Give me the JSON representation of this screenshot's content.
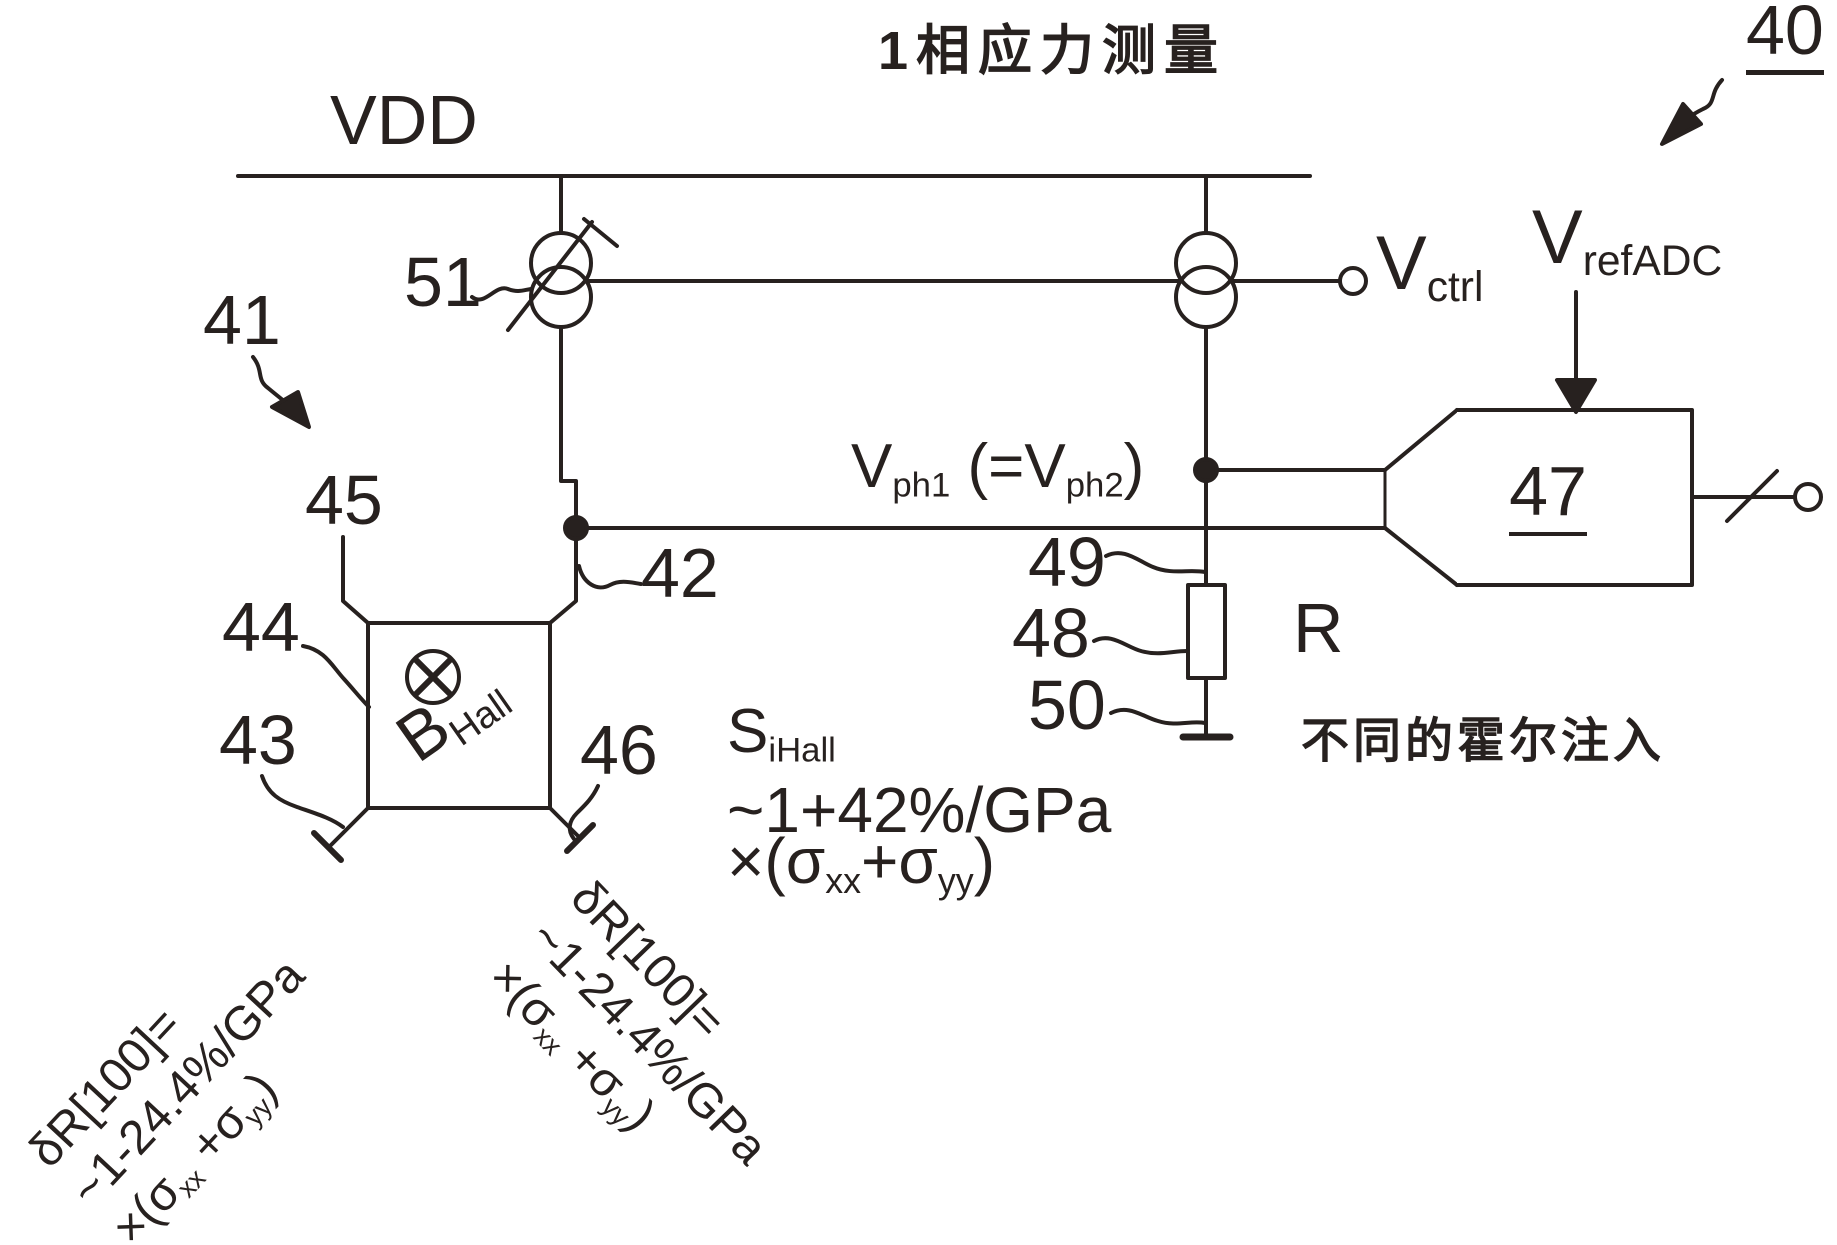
{
  "colors": {
    "ink": "#27211f",
    "background": "#ffffff"
  },
  "title": "1相应力测量",
  "labels": {
    "vdd": "VDD",
    "ref40": "40",
    "ref41": "41",
    "ref42": "42",
    "ref43": "43",
    "ref44": "44",
    "ref45": "45",
    "ref46": "46",
    "ref47": "47",
    "ref48": "48",
    "ref49": "49",
    "ref50": "50",
    "ref51": "51",
    "resistor": "R",
    "note_cn": "不同的霍尔注入",
    "v_ctrl": {
      "base": "V",
      "sub": "ctrl"
    },
    "v_ref": {
      "base": "V",
      "sub": "refADC"
    },
    "v_ph": {
      "base": "V",
      "sub": "ph1",
      "mid": " (=V",
      "sub2": "ph2",
      "close": ")"
    },
    "b_hall": {
      "base": "B",
      "sub": "Hall"
    },
    "s_hall": {
      "base": "S",
      "sub": "iHall",
      "line2": "~1+42%/GPa",
      "line3": {
        "pre": "×(σ",
        "sub1": "xx",
        "mid": "+σ",
        "sub2": "yy",
        "post": ")"
      }
    },
    "delta_r": {
      "line1": "δR[100]=",
      "line2": "~1-24.4%/GPa",
      "line3": {
        "pre": "×(σ",
        "sub1": "xx",
        "mid": " +σ",
        "sub2": "yy",
        "post": ")"
      }
    }
  }
}
